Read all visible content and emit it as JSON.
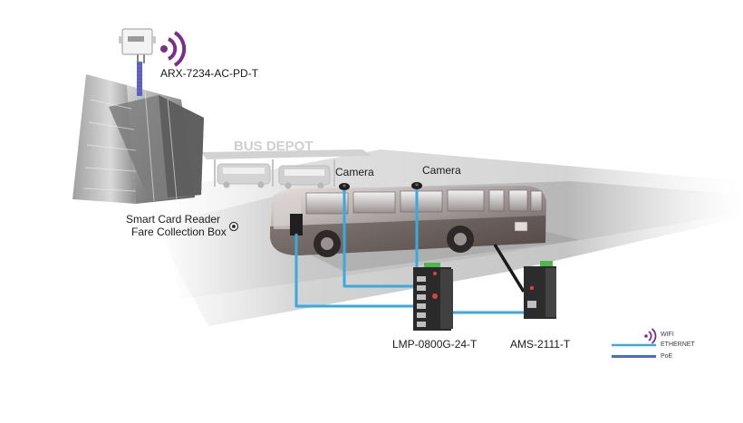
{
  "diagram": {
    "access_point_label": "ARX-7234-AC-PD-T",
    "depot_sign": "BUS DEPOT",
    "camera_label_1": "Camera",
    "camera_label_2": "Camera",
    "reader_label_line1": "Smart Card Reader",
    "reader_label_line2": "Fare Collection Box",
    "switch_label": "LMP-0800G-24-T",
    "media_converter_label": "AMS-2111-T"
  },
  "legend": {
    "wifi": "WIFI",
    "ethernet": "ETHERNET",
    "poe": "PoE"
  },
  "colors": {
    "ethernet": "#3aa9e0",
    "wifi": "#7b2d8e",
    "poe_blue": "#2b7fd0",
    "poe_purple": "#9a3fb0",
    "switch_green": "#4fb84a",
    "bus_body": "#7a6a68"
  }
}
